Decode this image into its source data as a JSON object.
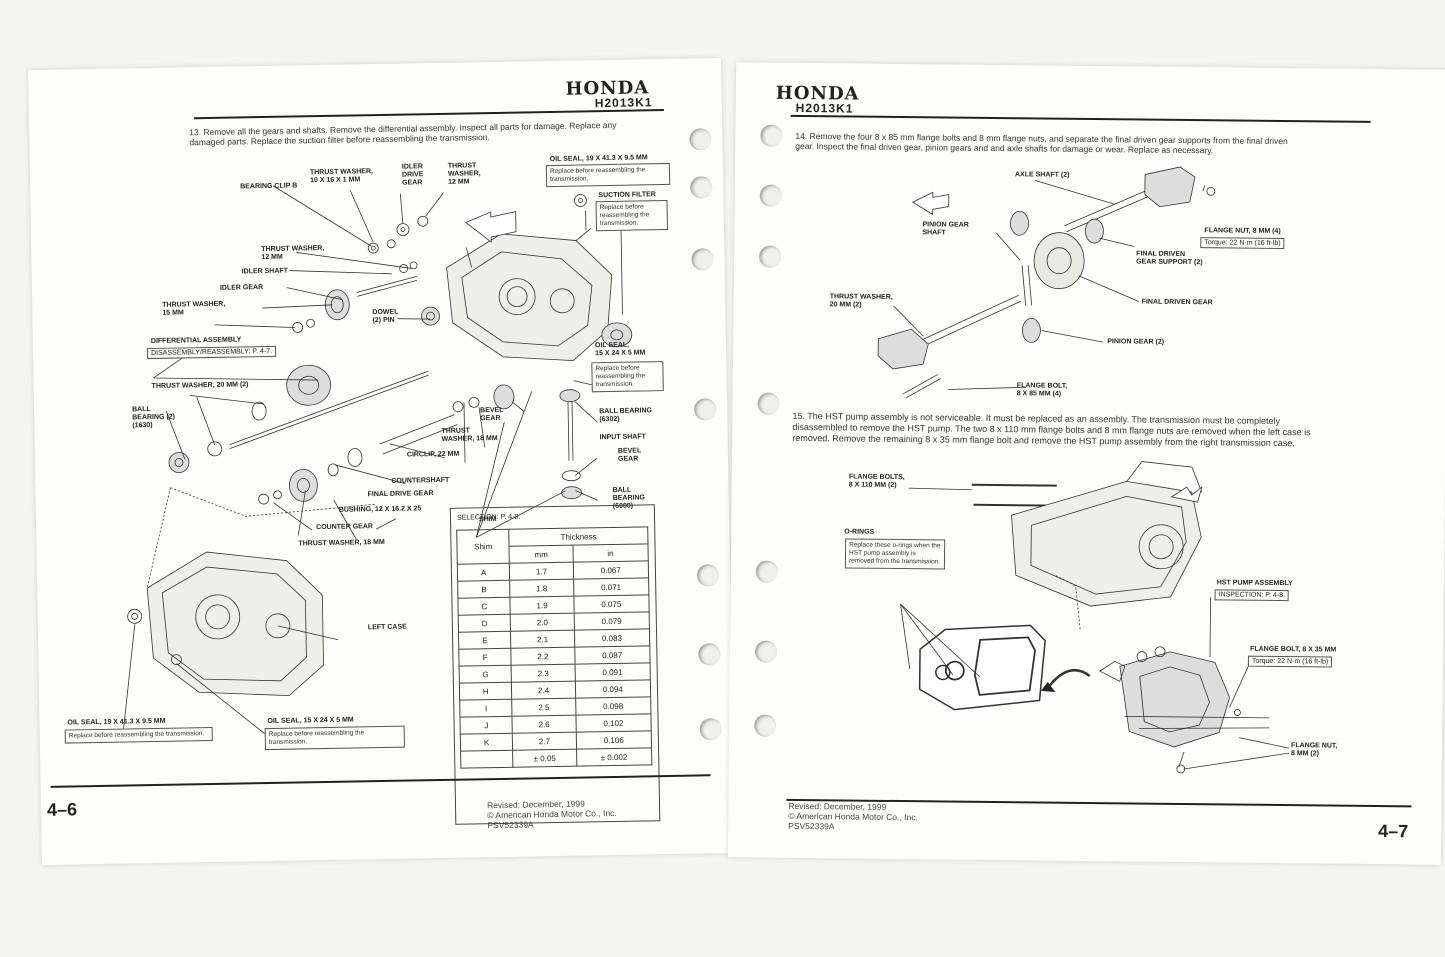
{
  "left_page": {
    "brand": "HONDA",
    "model": "H2013K1",
    "step": "13. Remove all the gears and shafts. Remove the differential assembly. Inspect all parts for damage. Replace any damaged parts. Replace the suction filter before reassembling the transmission.",
    "labels": {
      "thrust_washer_10": "THRUST WASHER,\n10 x 16 x 1 mm",
      "idler_drive_gear": "IDLER\nDRIVE\nGEAR",
      "thrust_washer_12a": "THRUST\nWASHER,\n12 mm",
      "bearing_clip": "BEARING CLIP B",
      "oil_seal_top": "OIL SEAL, 19 x 41.3 x 9.5 mm",
      "suction_filter": "SUCTION FILTER",
      "thrust_washer_12b": "THRUST WASHER,\n12 mm",
      "idler_shaft": "IDLER SHAFT",
      "idler_gear": "IDLER GEAR",
      "thrust_washer_15": "THRUST WASHER,\n15 mm",
      "dowel": "DOWEL\n(2) PIN",
      "differential_assembly": "DIFFERENTIAL ASSEMBLY",
      "oil_seal_15": "OIL SEAL,\n15 x 24 x 5 mm",
      "thrust_washer_20": "THRUST WASHER, 20 mm (2)",
      "ball_bearing_1630": "BALL\nBEARING (2)\n(1630)",
      "bevel_gear_a": "BEVEL\nGEAR",
      "thrust_washer_18a": "THRUST\nWASHER, 18 mm",
      "ball_bearing_6302": "BALL BEARING\n(6302)",
      "input_shaft": "INPUT SHAFT",
      "circlip": "CIRCLIP, 22 mm",
      "bevel_gear_b": "BEVEL\nGEAR",
      "countershaft": "COUNTERSHAFT",
      "final_drive_gear": "FINAL DRIVE GEAR",
      "bushing": "BUSHING, 12 x 16.2 x 25",
      "ball_bearing_6000": "BALL\nBEARING\n(6000)",
      "counter_gear": "COUNTER GEAR",
      "thrust_washer_18b": "THRUST WASHER, 18 mm",
      "shim": "SHIM",
      "left_case": "LEFT CASE",
      "oil_seal_bottom_a": "OIL SEAL, 19 x 41.3 x 9.5 mm",
      "oil_seal_bottom_b": "OIL SEAL, 15 x 24 x 5 mm"
    },
    "notes": {
      "oil_seal_top": "Replace before reassembling the transmission.",
      "suction_filter": "Replace before reassembling the transmission.",
      "oil_seal_15": "Replace before reassembling the transmission.",
      "oil_seal_bottom_a": "Replace before reassembling the transmission.",
      "oil_seal_bottom_b": "Replace before reassembling the transmission."
    },
    "diff_ref": "DISASSEMBLY/REASSEMBLY: P. 4-7.",
    "shim_selection": "SELECTION: P. 4-8.",
    "shim_table": {
      "col_shim": "Shim",
      "col_thickness": "Thickness",
      "col_mm": "mm",
      "col_in": "in",
      "rows": [
        [
          "A",
          "1.7",
          "0.067"
        ],
        [
          "B",
          "1.8",
          "0.071"
        ],
        [
          "C",
          "1.9",
          "0.075"
        ],
        [
          "D",
          "2.0",
          "0.079"
        ],
        [
          "E",
          "2.1",
          "0.083"
        ],
        [
          "F",
          "2.2",
          "0.087"
        ],
        [
          "G",
          "2.3",
          "0.091"
        ],
        [
          "H",
          "2.4",
          "0.094"
        ],
        [
          "I",
          "2.5",
          "0.098"
        ],
        [
          "J",
          "2.6",
          "0.102"
        ],
        [
          "K",
          "2.7",
          "0.106"
        ],
        [
          "",
          "± 0.05",
          "± 0.002"
        ]
      ]
    },
    "page_number": "4–6",
    "footer": "Revised: December, 1999\n© American Honda Motor Co., Inc.\nPSV52339A"
  },
  "right_page": {
    "brand": "HONDA",
    "model": "H2013K1",
    "step14": "14. Remove the four 8 x 85 mm flange bolts and 8 mm flange nuts, and separate the final driven gear supports from the final driven gear. Inspect the final driven gear, pinion gears and and axle shafts for damage or wear. Replace as necessary.",
    "step15": "15. The HST pump assembly is not serviceable. It must be replaced as an assembly. The transmission must be completely disassembled to remove the HST pump. The two 8 x 110 mm flange bolts and 8 mm flange nuts are removed when the left case is removed. Remove the remaining 8 x 35 mm flange bolt and remove the HST pump assembly from the right transmission case.",
    "labels": {
      "axle_shaft": "AXLE SHAFT (2)",
      "flange_nut_4": "FLANGE NUT, 8 mm (4)",
      "pinion_gear_shaft": "PINION GEAR\nSHAFT",
      "final_driven_support": "FINAL DRIVEN\nGEAR SUPPORT (2)",
      "final_driven_gear": "FINAL DRIVEN GEAR",
      "thrust_washer_20": "THRUST WASHER,\n20 mm (2)",
      "pinion_gear": "PINION GEAR (2)",
      "flange_bolt_85": "FLANGE BOLT,\n8 x 85 mm (4)",
      "flange_bolts_110": "FLANGE BOLTS,\n8 x 110 mm (2)",
      "o_rings": "O-RINGS",
      "hst_pump": "HST PUMP ASSEMBLY",
      "flange_bolt_35": "FLANGE BOLT, 8 x 35 mm",
      "flange_nut_2": "FLANGE NUT,\n8 mm (2)"
    },
    "torque_nut": "Torque: 22 N·m (16 ft-lb)",
    "torque_bolt": "Torque: 22 N·m (16 ft-lb)",
    "inspection_ref": "INSPECTION: P. 4-8.",
    "o_rings_note": "Replace these o-rings when the HST pump assembly is removed from the transmission.",
    "page_number": "4–7",
    "footer": "Revised: December, 1999\n© American Honda Motor Co., Inc.\nPSV52339A"
  }
}
